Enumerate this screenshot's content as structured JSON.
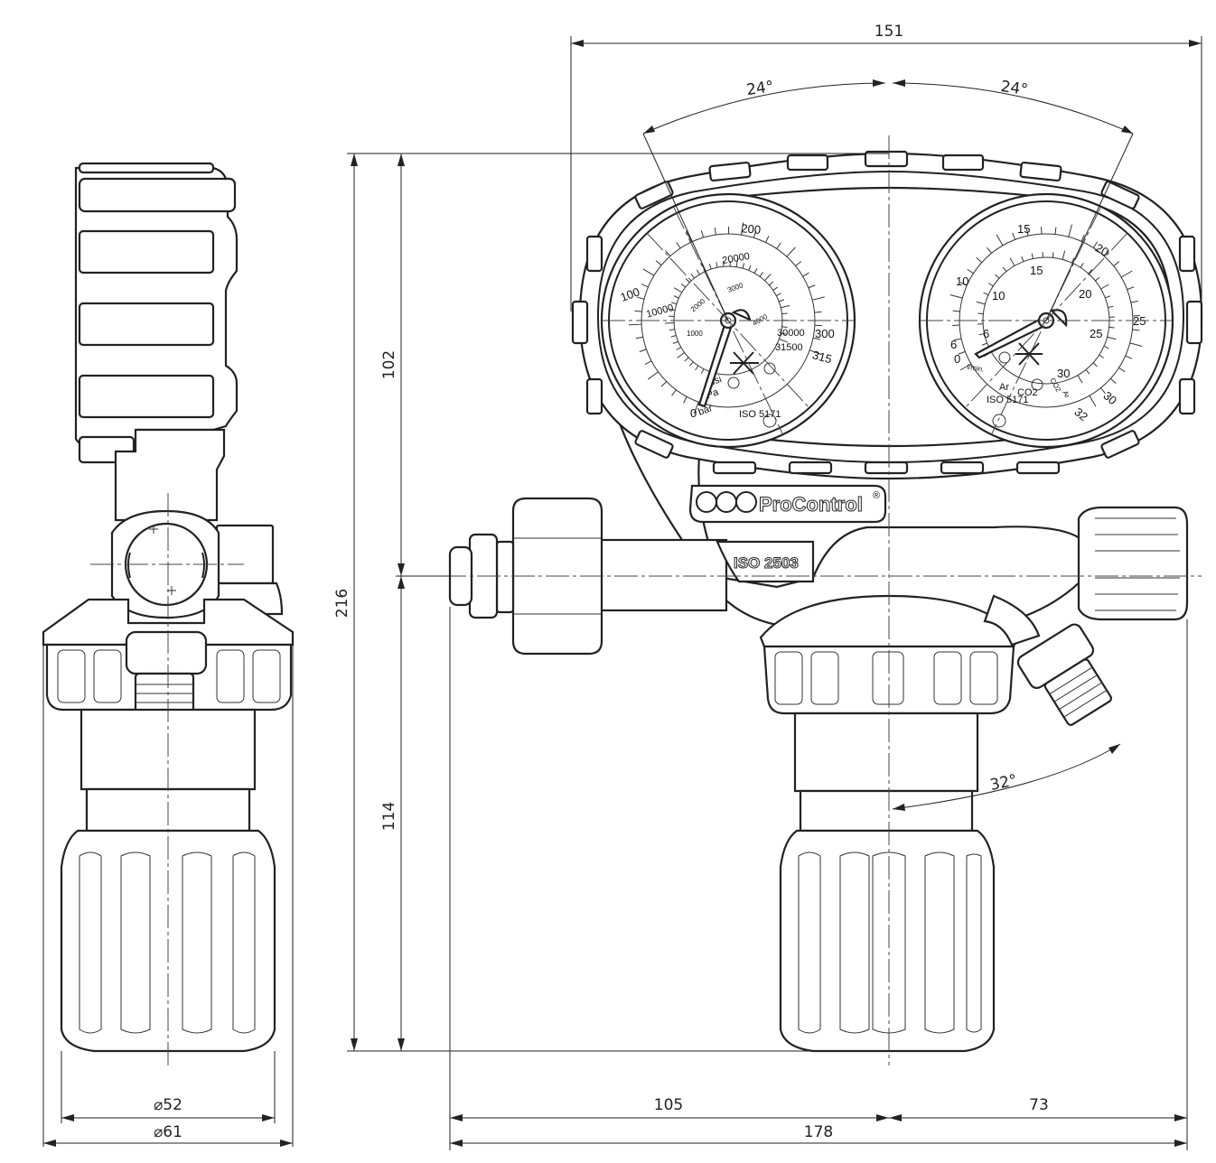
{
  "dimensions": {
    "overall_width": "151",
    "angle_left": "24°",
    "angle_right": "24°",
    "height_upper": "102",
    "height_total": "216",
    "height_lower": "114",
    "angle_outlet": "32°",
    "dia_inner": "⌀52",
    "dia_outer": "⌀61",
    "width_left": "105",
    "width_right": "73",
    "width_total": "178"
  },
  "branding": {
    "logo_text": "ProControl",
    "registered": "®",
    "iso_plate": "ISO 2503"
  },
  "left_gauge": {
    "bar_labels": [
      "100",
      "200",
      "300",
      "315"
    ],
    "kpa_labels": [
      "10000",
      "20000",
      "30000",
      "31500"
    ],
    "psi_labels": [
      "1000",
      "2000",
      "3000",
      "4000"
    ],
    "zero": "0",
    "units": [
      "psi",
      "kPa",
      "bar"
    ],
    "standard": "ISO 5171"
  },
  "right_gauge": {
    "outer_labels": [
      "10",
      "15",
      "20",
      "25",
      "30"
    ],
    "inner_labels": [
      "6",
      "10",
      "15",
      "20",
      "25",
      "30",
      "32"
    ],
    "zero": "0",
    "six": "6",
    "unit": "l/min.",
    "gases": [
      "Ar",
      "CO2",
      "CO2",
      "Ar"
    ],
    "standard": "ISO 5171"
  }
}
